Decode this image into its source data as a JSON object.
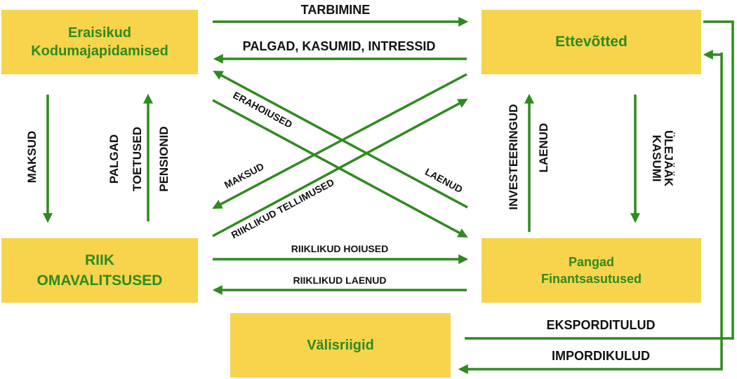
{
  "colors": {
    "box": "#f7d44c",
    "box_text": "#2f8a1f",
    "arrow": "#2f8a1f",
    "label": "#111111"
  },
  "nodes": {
    "households": {
      "line1": "Eraisikud",
      "line2": "Kodumajapidamised"
    },
    "firms": {
      "line1": "Ettevõtted"
    },
    "state": {
      "line1": "RIIK",
      "line2": "OMAVALITSUSED"
    },
    "banks": {
      "line1": "Pangad",
      "line2": "Finantsasutused"
    },
    "foreign": {
      "line1": "Välisriigid"
    }
  },
  "flows": {
    "consumption": "TARBIMINE",
    "wages_profits_interest": "PALGAD, KASUMID, INTRESSID",
    "taxes_households": "MAKSUD",
    "wages": "PALGAD",
    "benefits": "TOETUSED",
    "pensions": "PENSIONID",
    "private_deposits": "ERAHOIUSED",
    "loans_households": "LAENUD",
    "taxes_firms": "MAKSUD",
    "state_orders": "RIIKLIKUD TELLIMUSED",
    "investments": "INVESTEERINGUD",
    "loans_firms": "LAENUD",
    "profit_surplus_1": "KASUMI",
    "profit_surplus_2": "ÜLEJÄÄK",
    "state_deposits": "RIIKLIKUD HOIUSED",
    "state_loans": "RIIKLIKUD LAENUD",
    "export_income": "EKSPORDITULUD",
    "import_costs": "IMPORDIKULUD"
  }
}
